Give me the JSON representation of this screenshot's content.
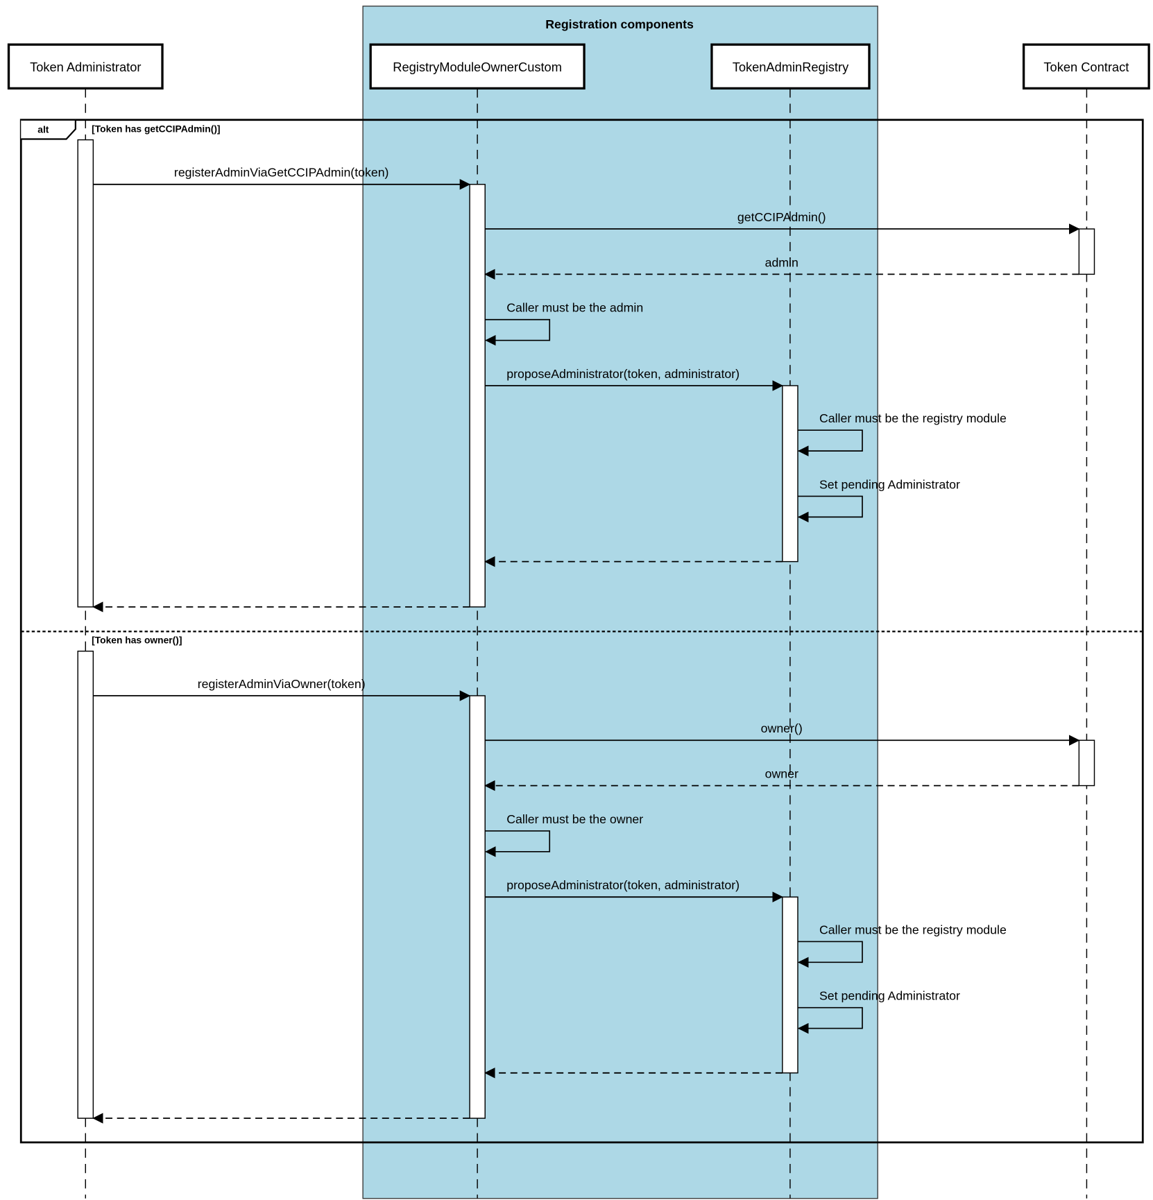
{
  "colors": {
    "group_fill": "#add8e6",
    "line": "#000000",
    "activation": "#ffffff"
  },
  "group": {
    "title": "Registration components"
  },
  "participants": [
    {
      "id": "admin",
      "label": "Token Administrator"
    },
    {
      "id": "rmoc",
      "label": "RegistryModuleOwnerCustom"
    },
    {
      "id": "tar",
      "label": "TokenAdminRegistry"
    },
    {
      "id": "tc",
      "label": "Token Contract"
    }
  ],
  "fragment": {
    "operator": "alt",
    "operands": [
      {
        "guard": "[Token has getCCIPAdmin()]",
        "messages": [
          {
            "from": "admin",
            "to": "rmoc",
            "kind": "sync",
            "label": "registerAdminViaGetCCIPAdmin(token)"
          },
          {
            "from": "rmoc",
            "to": "tc",
            "kind": "sync",
            "label": "getCCIPAdmin()"
          },
          {
            "from": "tc",
            "to": "rmoc",
            "kind": "return",
            "label": "admin"
          },
          {
            "from": "rmoc",
            "to": "rmoc",
            "kind": "self",
            "label": "Caller must be the admin"
          },
          {
            "from": "rmoc",
            "to": "tar",
            "kind": "sync",
            "label": "proposeAdministrator(token, administrator)"
          },
          {
            "from": "tar",
            "to": "tar",
            "kind": "self",
            "label": "Caller must be the registry module"
          },
          {
            "from": "tar",
            "to": "tar",
            "kind": "self",
            "label": "Set pending Administrator"
          },
          {
            "from": "tar",
            "to": "rmoc",
            "kind": "return",
            "label": ""
          },
          {
            "from": "rmoc",
            "to": "admin",
            "kind": "return",
            "label": ""
          }
        ]
      },
      {
        "guard": "[Token has owner()]",
        "messages": [
          {
            "from": "admin",
            "to": "rmoc",
            "kind": "sync",
            "label": "registerAdminViaOwner(token)"
          },
          {
            "from": "rmoc",
            "to": "tc",
            "kind": "sync",
            "label": "owner()"
          },
          {
            "from": "tc",
            "to": "rmoc",
            "kind": "return",
            "label": "owner"
          },
          {
            "from": "rmoc",
            "to": "rmoc",
            "kind": "self",
            "label": "Caller must be the owner"
          },
          {
            "from": "rmoc",
            "to": "tar",
            "kind": "sync",
            "label": "proposeAdministrator(token, administrator)"
          },
          {
            "from": "tar",
            "to": "tar",
            "kind": "self",
            "label": "Caller must be the registry module"
          },
          {
            "from": "tar",
            "to": "tar",
            "kind": "self",
            "label": "Set pending Administrator"
          },
          {
            "from": "tar",
            "to": "rmoc",
            "kind": "return",
            "label": ""
          },
          {
            "from": "rmoc",
            "to": "admin",
            "kind": "return",
            "label": ""
          }
        ]
      }
    ]
  }
}
